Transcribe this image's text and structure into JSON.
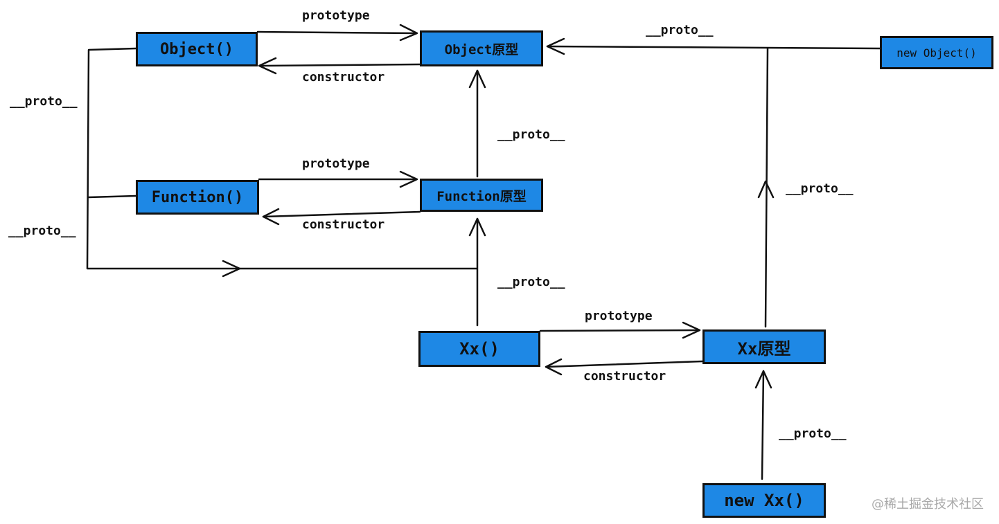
{
  "nodes": {
    "object_ctor": "Object()",
    "object_proto": "Object原型",
    "new_object": "new Object()",
    "function_ctor": "Function()",
    "function_proto": "Function原型",
    "xx_ctor": "Xx()",
    "xx_proto": "Xx原型",
    "new_xx": "new Xx()"
  },
  "edge_labels": {
    "prototype_object": "prototype",
    "constructor_object": "constructor",
    "prototype_function": "prototype",
    "constructor_function": "constructor",
    "prototype_xx": "prototype",
    "constructor_xx": "constructor",
    "proto_new_object": "__proto__",
    "proto_left_top": "__proto__",
    "proto_left_bottom": "__proto__",
    "proto_function_proto": "__proto__",
    "proto_xx_ctor": "__proto__",
    "proto_xx_proto": "__proto__",
    "proto_new_xx": "__proto__"
  },
  "watermark": "@稀土掘金技术社区",
  "colors": {
    "box_fill": "#1e88e5",
    "stroke": "#111111",
    "watermark": "#a8a8a8"
  }
}
